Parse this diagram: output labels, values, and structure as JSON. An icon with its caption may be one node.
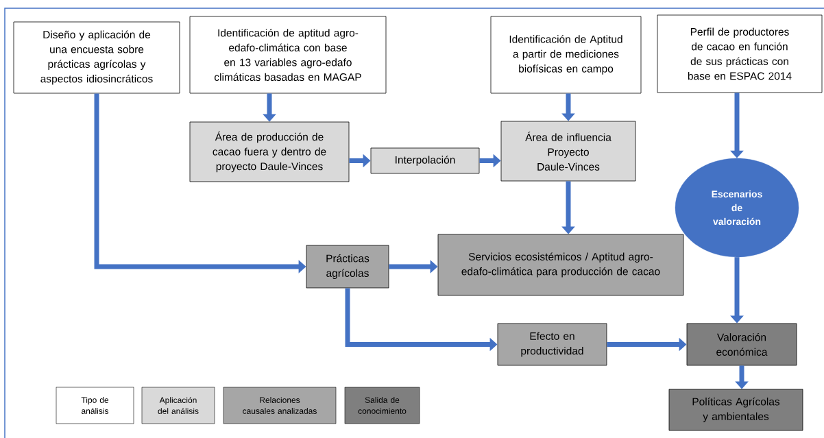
{
  "diagram": {
    "nodes": [
      {
        "text": [
          "Diseño y aplicación de una encuesta sobre prácticas agrícolas y aspectos idiosincráticos"
        ]
      },
      {
        "text": [
          "Identificación de aptitud agro-edafo-climática con base en 13 variables agro-edafo climáticas basadas en MAGAP"
        ]
      },
      {
        "text": [
          "Identificación de Aptitud a partir de mediciones biofísicas en campo"
        ]
      },
      {
        "text": [
          "Perfil de productores de cacao en función de sus prácticas con base en ESPAC 2014"
        ]
      },
      {
        "text": [
          "Área de producción de cacao fuera y dentro de proyecto Daule-Vinces"
        ]
      },
      {
        "text": [
          "Interpolación"
        ]
      },
      {
        "text": [
          "Área de influencia Proyecto Daule-Vinces"
        ]
      },
      {
        "text": [
          "Escenarios de valoración"
        ]
      },
      {
        "text": [
          "Prácticas agrícolas"
        ]
      },
      {
        "text": [
          "Servicios ecosistémicos / Aptitud agro-edafo-climática para producción de cacao"
        ]
      },
      {
        "text": [
          "Efecto en productividad"
        ]
      },
      {
        "text": [
          "Valoración económica"
        ]
      },
      {
        "text": [
          "Políticas Agrícolas y ambientales"
        ]
      }
    ],
    "edges": [
      {
        "from": 0,
        "to": 8,
        "arrow": "to"
      },
      {
        "from": 1,
        "to": 4,
        "arrow": "to"
      },
      {
        "from": 2,
        "to": 6,
        "arrow": "to"
      },
      {
        "from": 3,
        "to": 7,
        "arrow": "to"
      },
      {
        "from": 4,
        "to": 5,
        "arrow": "to"
      },
      {
        "from": 5,
        "to": 6,
        "arrow": "to"
      },
      {
        "from": 6,
        "to": 9,
        "arrow": "to"
      },
      {
        "from": 8,
        "to": 9,
        "arrow": "to"
      },
      {
        "from": 8,
        "to": 10,
        "arrow": "to"
      },
      {
        "from": 10,
        "to": 11,
        "arrow": "to"
      },
      {
        "from": 7,
        "to": 11,
        "arrow": "to"
      },
      {
        "from": 11,
        "to": 12,
        "arrow": "to"
      }
    ],
    "legend": [
      {
        "text": "Tipo de análisis"
      },
      {
        "text": "Aplicación del análisis",
        "color": "#d9d9d9"
      },
      {
        "text": "Relaciones causales analizadas",
        "color": "#a6a6a6"
      },
      {
        "text": "Salida de conocimiento",
        "color": "#7f7f7f"
      }
    ]
  }
}
